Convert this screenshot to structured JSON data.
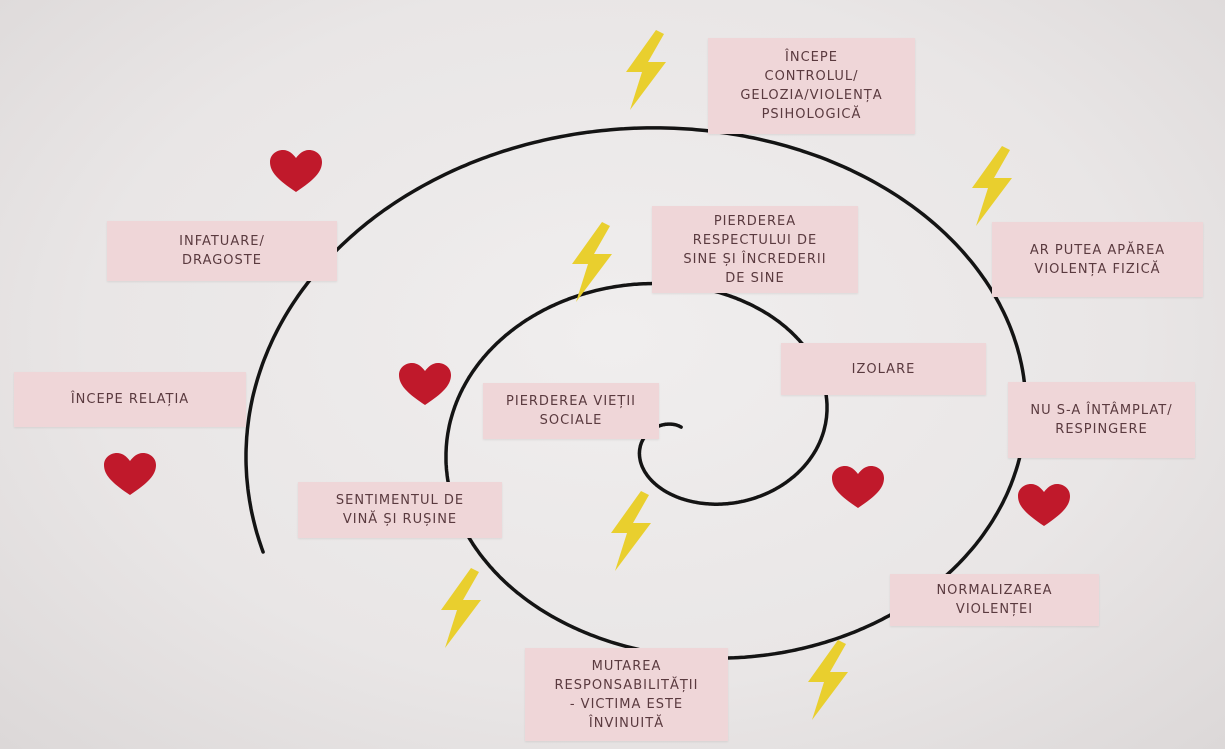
{
  "colors": {
    "background": "#e9e6e6",
    "label_fill": "#efd6d8",
    "label_text": "#5a3a3f",
    "spiral_line": "#141414",
    "heart": "#c0192b",
    "lightning": "#e9cf2e"
  },
  "icons": {
    "heart": "heart-icon",
    "bolt": "lightning-bolt-icon"
  },
  "labels": {
    "incepe_relatia": [
      "ÎNCEPE RELAȚIA"
    ],
    "infatuare": [
      "INFATUARE/",
      "DRAGOSTE"
    ],
    "incepe_controlul": [
      "ÎNCEPE",
      "CONTROLUL/",
      "GELOZIA/VIOLENȚA",
      "PSIHOLOGICĂ"
    ],
    "violenta_fizica": [
      "AR PUTEA APĂREA",
      "VIOLENȚA FIZICĂ"
    ],
    "nu_s_a_intamplat": [
      "NU S-A ÎNTÂMPLAT/",
      "RESPINGERE"
    ],
    "normalizarea": [
      "NORMALIZAREA",
      "VIOLENȚEI"
    ],
    "mutarea": [
      "MUTAREA",
      "RESPONSABILITĂȚII",
      "- VICTIMA ESTE",
      "ÎNVINUITĂ"
    ],
    "sentimentul": [
      "SENTIMENTUL DE",
      "VINĂ ȘI RUȘINE"
    ],
    "pierderea_respectului": [
      "PIERDEREA",
      "RESPECTULUI DE",
      "SINE ȘI ÎNCREDERII",
      "DE SINE"
    ],
    "izolare": [
      "IZOLARE"
    ],
    "pierderea_vietii": [
      "PIERDEREA VIEȚII",
      "SOCIALE"
    ]
  }
}
